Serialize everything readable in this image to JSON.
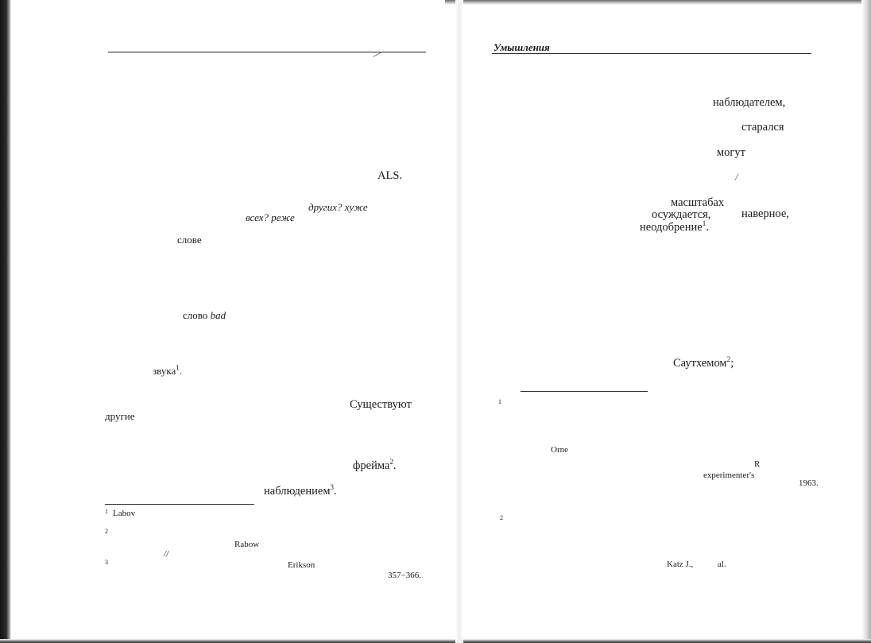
{
  "left_page": {
    "fragments": {
      "als": "ALS.",
      "drugih_huzhe": "других? хуже",
      "vseh_rezhe": "всех? реже",
      "slove": "слове",
      "slovo": "слово",
      "bad": "bad",
      "zvuka": "звука",
      "zvuka_end": ".",
      "sushchestvuyut": "Существуют",
      "drugie": "другие",
      "freyma": "фрейма",
      "freyma_end": ".",
      "nablyudeniem": "наблюдением",
      "nablyudeniem_end": "."
    },
    "footnotes": {
      "fn1_mark": "1",
      "fn1_text": "Labov",
      "fn2_mark": "2",
      "fn2_name": "Rabow",
      "fn2_slashes": "//",
      "fn3_mark": "3",
      "fn3_name": "Erikson",
      "fn3_pages": "357−366."
    },
    "superscripts": {
      "zvuka": "1",
      "freyma": "2",
      "nablyudeniem": "3"
    }
  },
  "right_page": {
    "running_head": "Умышления",
    "fragments": {
      "nablyudatelem": "наблюдателем,",
      "staralsya": "старался",
      "mogut": "могут",
      "slash": "/",
      "masshtabah": "масштабах",
      "osuzhdaetsya": "осуждается,",
      "navernoe": "наверное,",
      "neodobrenie": "неодобрение",
      "neodobrenie_end": ".",
      "sauthemom": "Саутхемом",
      "sauthemom_end": ";"
    },
    "footnotes": {
      "fn1_mark": "1",
      "orne": "Orne",
      "r": "R",
      "experimenters": "experimenter's",
      "year": "1963.",
      "fn2_mark": "2",
      "katz": "Katz J.,",
      "al": "al."
    },
    "superscripts": {
      "neodobrenie": "1",
      "sauthemom": "2"
    }
  }
}
